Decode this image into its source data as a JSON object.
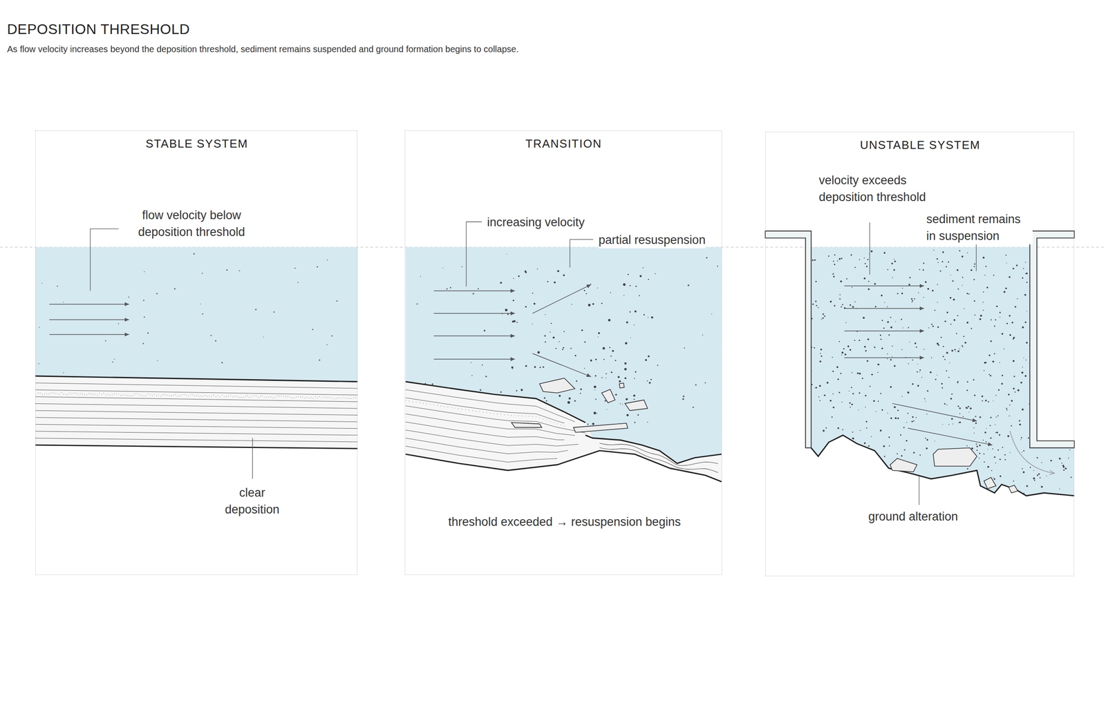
{
  "diagram": {
    "title": "DEPOSITION THRESHOLD",
    "caption": "As flow velocity increases beyond the deposition threshold, sediment remains suspended and ground formation begins to collapse.",
    "nodes": [
      {
        "text": [
          "STABLE SYSTEM",
          "flow velocity below deposition threshold",
          "clear deposition"
        ]
      },
      {
        "text": [
          "TRANSITION",
          "increasing velocity",
          "partial resuspension",
          "threshold exceeded → resuspension begins"
        ]
      },
      {
        "text": [
          "UNSTABLE SYSTEM",
          "velocity exceeds deposition threshold",
          "sediment remains in suspension",
          "ground alteration"
        ]
      }
    ]
  }
}
